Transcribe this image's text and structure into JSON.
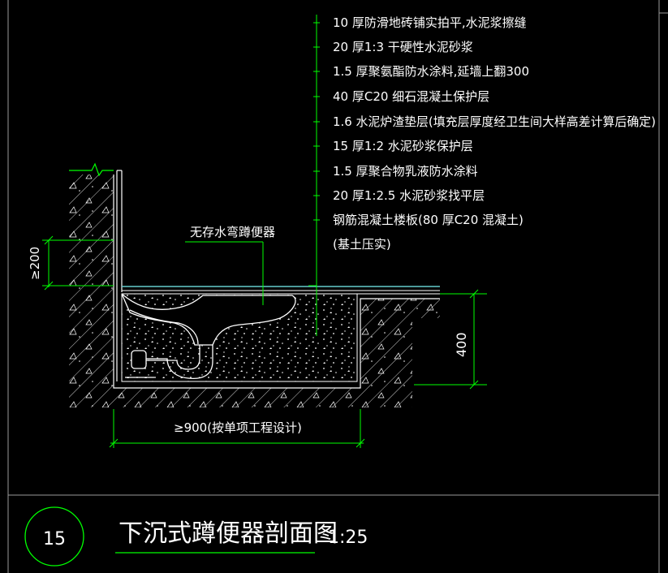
{
  "layers": [
    "10  厚防滑地砖铺实拍平,水泥浆擦缝",
    "20  厚1:3   干硬性水泥砂浆",
    "1.5  厚聚氨酯防水涂料,延墙上翻300",
    "40  厚C20   细石混凝土保护层",
    "1.6   水泥炉渣垫层(填充层厚度经卫生间大样高差计算后确定)",
    "15  厚1:2   水泥砂浆保护层",
    "1.5  厚聚合物乳液防水涂料",
    "20  厚1:2.5    水泥砂浆找平层",
    "钢筋混凝土楼板(80  厚C20   混凝土)",
    "(基土压实)"
  ],
  "labels": {
    "fixture": "无存水弯蹲便器",
    "dim_left": "≥200",
    "dim_right": "400",
    "dim_bottom": "≥900(按单项工程设计)"
  },
  "title_block": {
    "number": "15",
    "title": "下沉式蹲便器剖面图",
    "scale": "1:25"
  },
  "colors": {
    "background": "#000000",
    "line_white": "#ffffff",
    "line_green": "#00ff00",
    "frame": "#9a9a9a",
    "waterproof": "#66cccc"
  }
}
